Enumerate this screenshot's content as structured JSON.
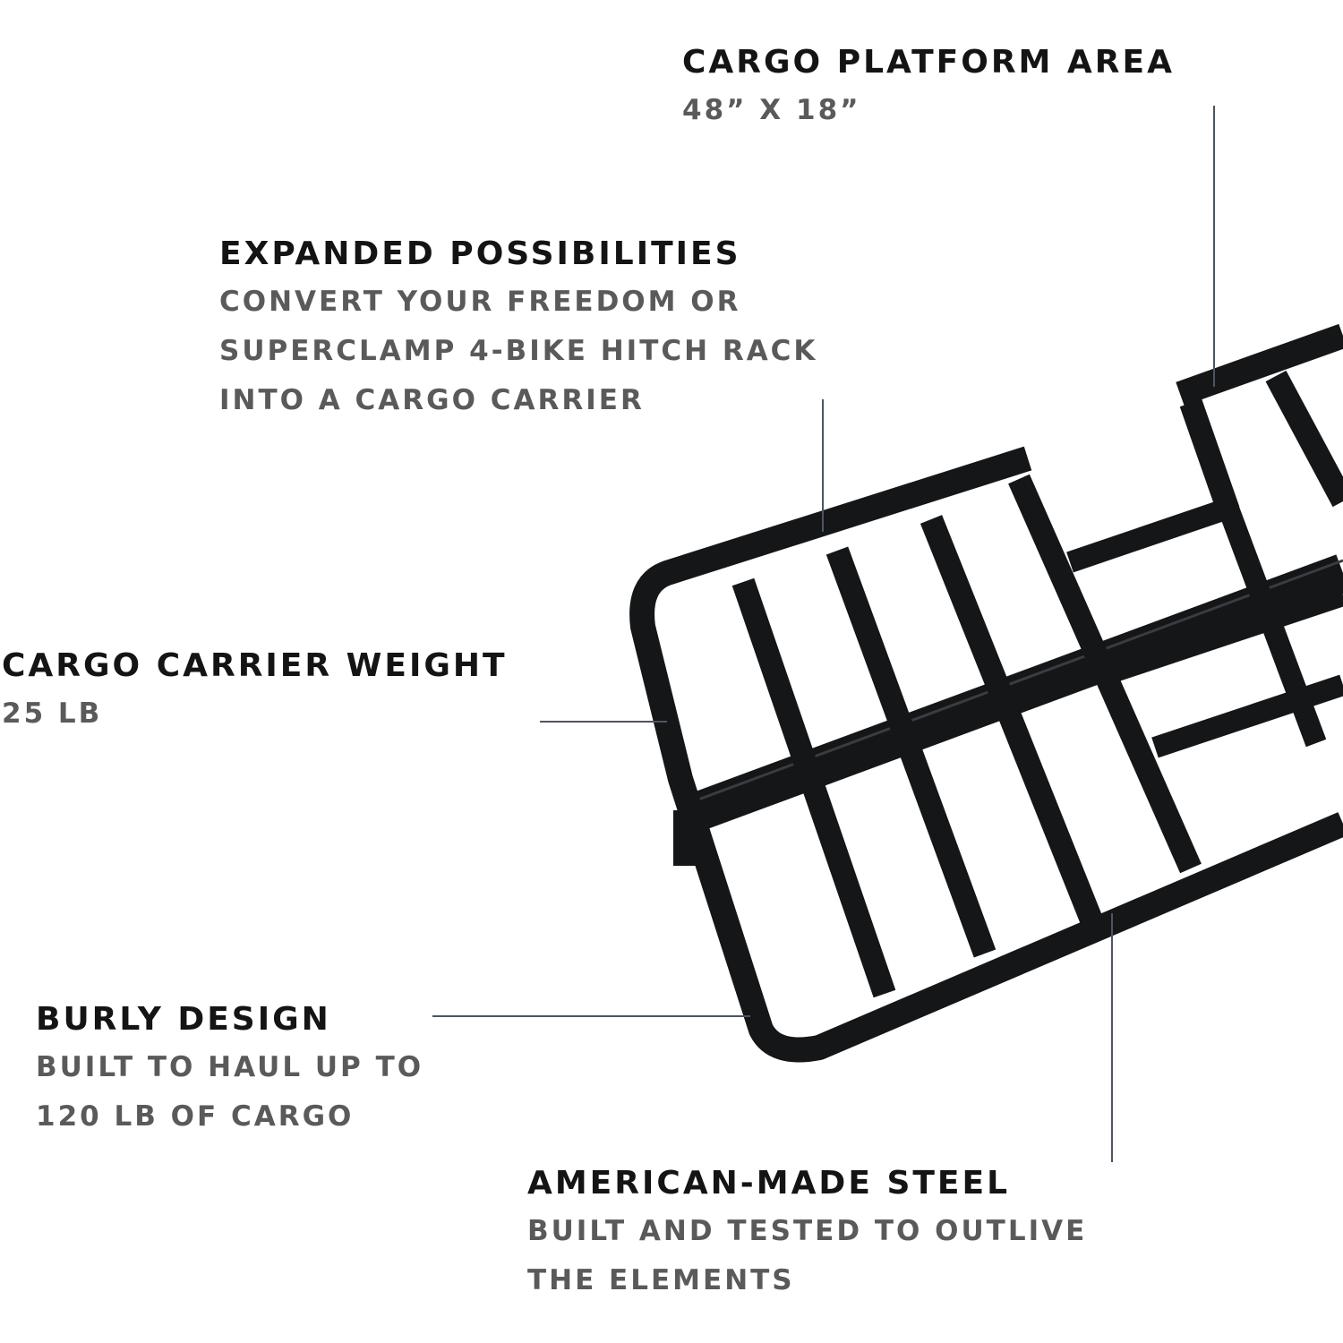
{
  "colors": {
    "background": "#ffffff",
    "title": "#141414",
    "detail": "#5a5a5a",
    "leader_line": "#4d5560",
    "steel": "#141618"
  },
  "callouts": {
    "platform_area": {
      "title": "CARGO PLATFORM AREA",
      "lines": [
        "48” X 18”"
      ]
    },
    "expanded": {
      "title": "EXPANDED POSSIBILITIES",
      "lines": [
        "CONVERT YOUR FREEDOM OR",
        "SUPERCLAMP 4-BIKE HITCH RACK",
        "INTO A CARGO CARRIER"
      ]
    },
    "weight": {
      "title": "CARGO CARRIER WEIGHT",
      "lines": [
        "25 LB"
      ]
    },
    "burly": {
      "title": "BURLY DESIGN",
      "lines": [
        "BUILT TO HAUL UP TO",
        "120 LB OF CARGO"
      ]
    },
    "steel": {
      "title": "AMERICAN-MADE STEEL",
      "lines": [
        "BUILT AND TESTED TO OUTLIVE",
        "THE ELEMENTS"
      ]
    }
  }
}
